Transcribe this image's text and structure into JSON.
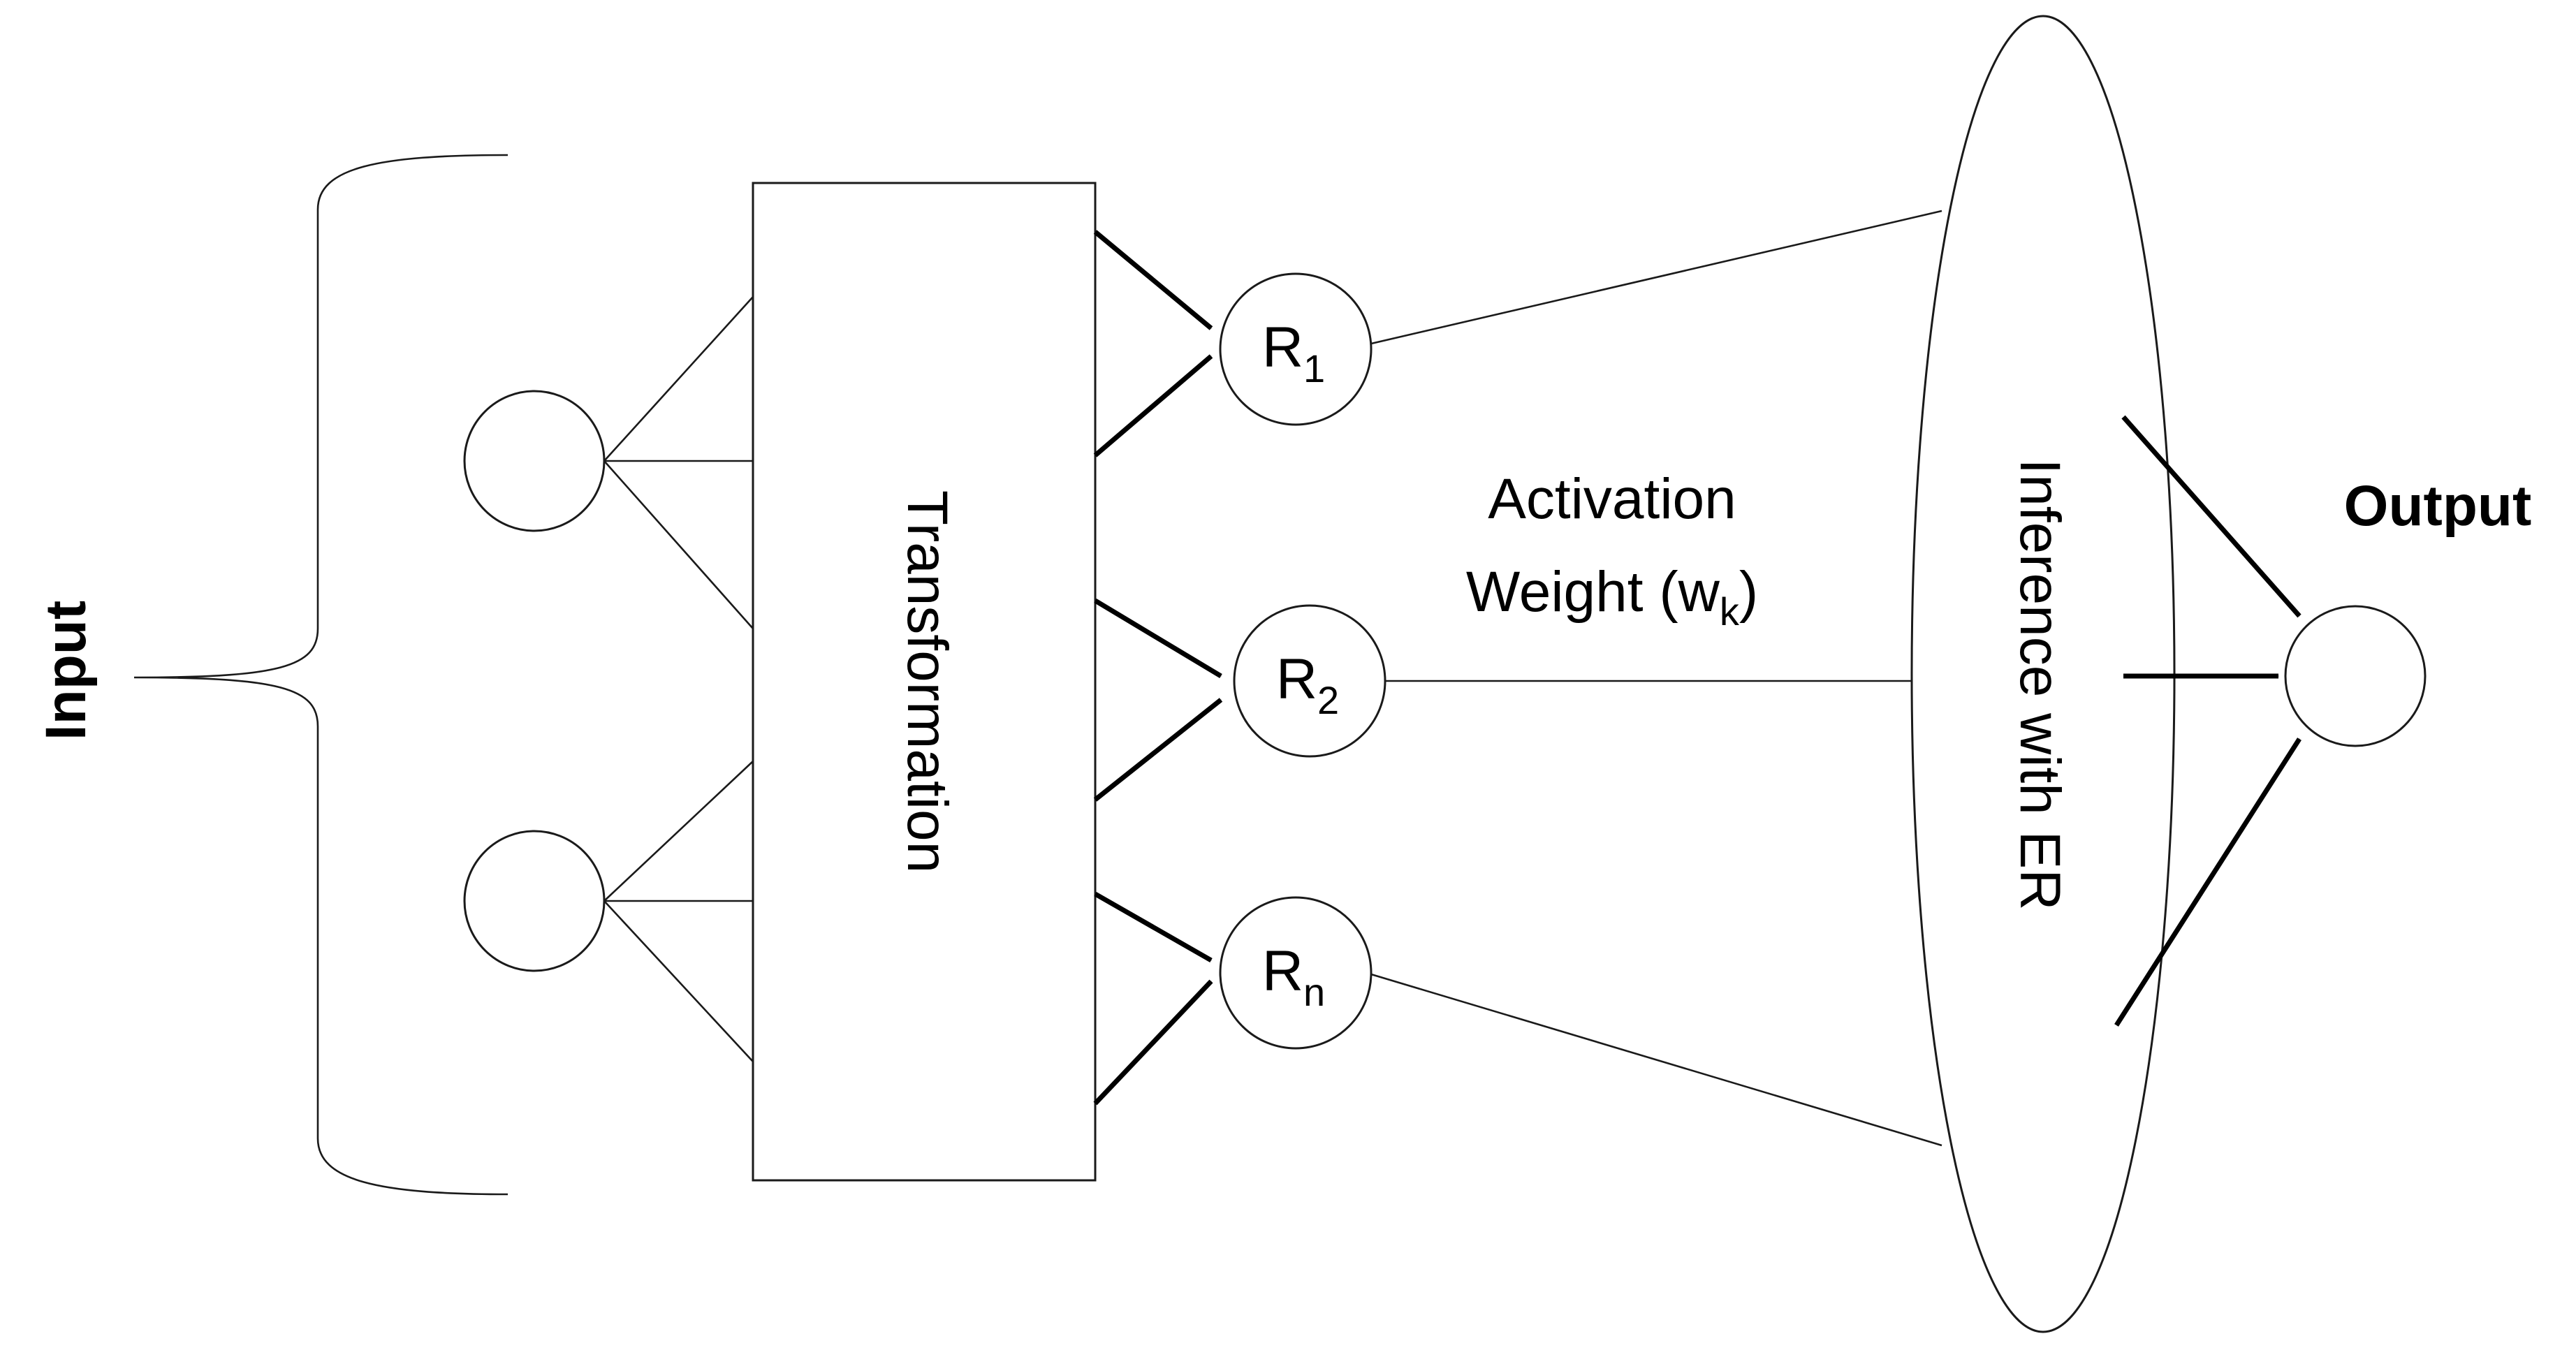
{
  "labels": {
    "input": "Input",
    "transformation": "Transformation",
    "activation_line1": "Activation",
    "activation_line2_prefix": "Weight (w",
    "activation_line2_sub": "k",
    "activation_line2_suffix": ")",
    "inference": "Inference with ER",
    "output": "Output"
  },
  "rules": [
    {
      "base": "R",
      "sub": "1"
    },
    {
      "base": "R",
      "sub": "2"
    },
    {
      "base": "R",
      "sub": "n"
    }
  ],
  "colors": {
    "stroke": "#1a1a1a",
    "background": "#ffffff"
  }
}
